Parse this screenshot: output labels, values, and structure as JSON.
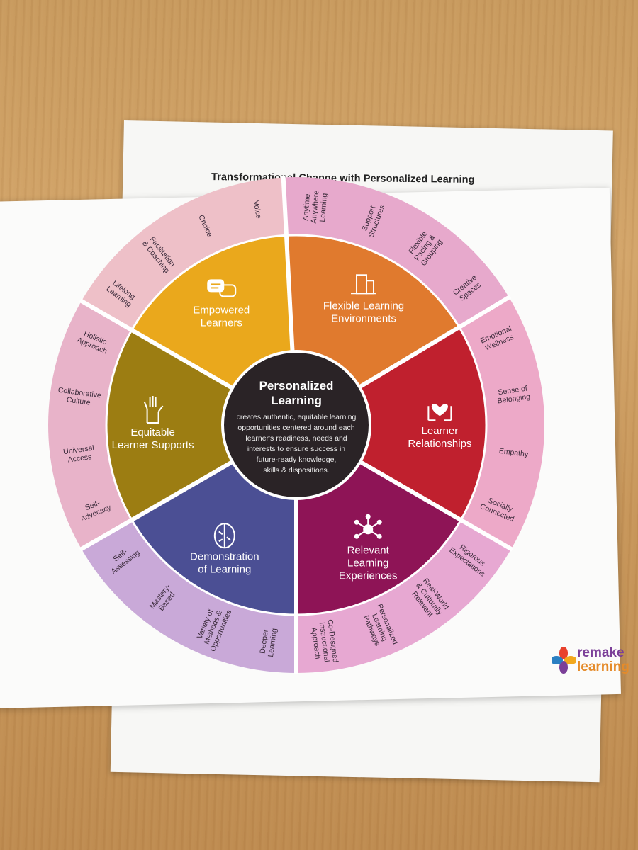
{
  "back_page": {
    "title": "Transformational Change with Personalized Learning"
  },
  "center": {
    "title_line1": "Personalized",
    "title_line2": "Learning",
    "body": [
      "creates authentic, equitable learning",
      "opportunities centered around each",
      "learner's readiness, needs and",
      "interests to ensure success in",
      "future-ready knowledge,",
      "skills & dispositions."
    ]
  },
  "sectors": [
    {
      "id": "flexible",
      "label": [
        "Flexible Learning",
        "Environments"
      ],
      "icon": "building-icon",
      "color": "#e07a2e",
      "sub": [
        [
          "Anytime,",
          "Anywhere",
          "Learning"
        ],
        [
          "Support",
          "Structures"
        ],
        [
          "Flexible",
          "Pacing &",
          "Grouping"
        ],
        [
          "Creative",
          "Spaces"
        ]
      ]
    },
    {
      "id": "relationships",
      "label": [
        "Learner",
        "Relationships"
      ],
      "icon": "hands-heart-icon",
      "color": "#c0202e",
      "sub": [
        [
          "Emotional",
          "Wellness"
        ],
        [
          "Sense of",
          "Belonging"
        ],
        [
          "Empathy"
        ],
        [
          "Socially",
          "Connected"
        ]
      ]
    },
    {
      "id": "relevant",
      "label": [
        "Relevant",
        "Learning",
        "Experiences"
      ],
      "icon": "network-icon",
      "color": "#8e1456",
      "sub": [
        [
          "Rigorous",
          "Expectations"
        ],
        [
          "Real-World",
          "& Culturally",
          "Relevant"
        ],
        [
          "Personalized",
          "Learning",
          "Pathways"
        ],
        [
          "Co-Designed",
          "Instructional",
          "Approach"
        ]
      ]
    },
    {
      "id": "demonstration",
      "label": [
        "Demonstration",
        "of Learning"
      ],
      "icon": "brain-icon",
      "color": "#4b4f94",
      "sub": [
        [
          "Deeper",
          "Learning"
        ],
        [
          "Variety of",
          "Methods &",
          "Opportunities"
        ],
        [
          "Mastery-",
          "Based"
        ],
        [
          "Self-",
          "Assessing"
        ]
      ]
    },
    {
      "id": "equitable",
      "label": [
        "Equitable",
        "Learner Supports"
      ],
      "icon": "raised-hand-icon",
      "color": "#9c7d12",
      "sub": [
        [
          "Self-",
          "Advocacy"
        ],
        [
          "Universal",
          "Access"
        ],
        [
          "Collaborative",
          "Culture"
        ],
        [
          "Holistic",
          "Approach"
        ]
      ]
    },
    {
      "id": "empowered",
      "label": [
        "Empowered",
        "Learners"
      ],
      "icon": "speech-bubbles-icon",
      "color": "#eaa81c",
      "sub": [
        [
          "Lifelong",
          "Learning"
        ],
        [
          "Facilitation",
          "& Coaching"
        ],
        [
          "Choice"
        ],
        [
          "Voice"
        ]
      ]
    }
  ],
  "logo": {
    "line1": "remake",
    "line2": "learning"
  }
}
